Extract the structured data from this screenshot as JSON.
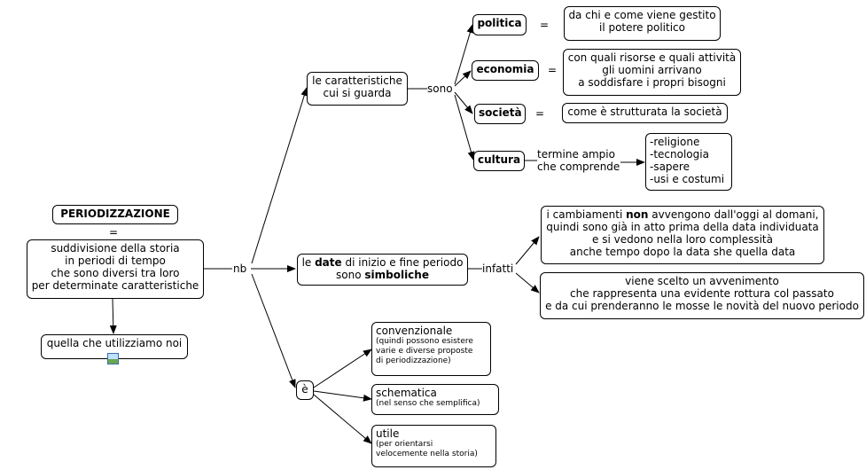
{
  "root": {
    "title": "PERIODIZZAZIONE",
    "equals": "=",
    "definition": "suddivisione della storia\nin periodi di tempo\nche sono diversi tra loro\nper determinate caratteristiche"
  },
  "ours": {
    "label": "quella che utilizziamo noi",
    "icon": "image-icon"
  },
  "links": {
    "nb": "nb",
    "sono": "sono",
    "infatti": "infatti",
    "termine": "termine ampio\nche comprende"
  },
  "characteristics": {
    "label": "le caratteristiche\ncui si guarda"
  },
  "aspects": [
    {
      "label": "politica",
      "equals": "=",
      "desc": "da chi e come viene gestito\nil potere politico"
    },
    {
      "label": "economia",
      "equals": "=",
      "desc": "con quali risorse e quali attività\ngli uomini arrivano\na soddisfare i propri bisogni"
    },
    {
      "label": "società",
      "equals": "=",
      "desc": "come è strutturata la società"
    },
    {
      "label": "cultura",
      "desc": "-religione\n-tecnologia\n-sapere\n-usi e costumi"
    }
  ],
  "dates": {
    "pre": "le ",
    "date": "date",
    "mid": " di inizio e fine periodo\nsono ",
    "simboliche": "simboliche"
  },
  "facts": {
    "first_pre": "i cambiamenti ",
    "first_bold": "non",
    "first_post": " avvengono dall'oggi al domani,\nquindi sono già in atto prima della data individuata\ne si vedono nella loro complessità\nanche tempo dopo la data she quella data",
    "second": "viene scelto un avvenimento\nche rappresenta una evidente rottura col passato\ne da cui prenderanno le mosse le novità del nuovo periodo"
  },
  "is": {
    "label": "è"
  },
  "qualities": [
    {
      "label": "convenzionale",
      "note": "(quindi possono esistere\nvarie e diverse proposte\ndi periodizzazione)"
    },
    {
      "label": "schematica",
      "note": "(nel senso che semplifica)"
    },
    {
      "label": "utile",
      "note": "(per orientarsi\nvelocemente nella storia)"
    }
  ]
}
